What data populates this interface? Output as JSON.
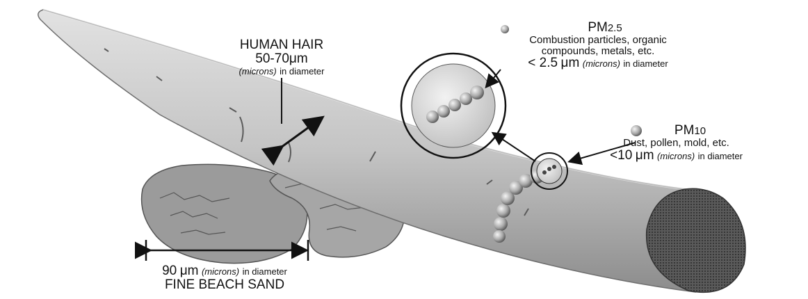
{
  "hair": {
    "title": "HUMAN HAIR",
    "size": "50-70",
    "unit": "μm",
    "microns": "(microns)",
    "diameter_text": "in diameter"
  },
  "pm25": {
    "name": "PM",
    "sub": "2.5",
    "desc_line1": "Combustion particles, organic",
    "desc_line2": "compounds, metals, etc.",
    "size": "< 2.5",
    "unit": "μm",
    "microns": "(microns)",
    "diameter_text": "in diameter"
  },
  "pm10": {
    "name": "PM",
    "sub": "10",
    "desc": "Dust, pollen, mold, etc.",
    "size": "<10",
    "unit": "μm",
    "microns": "(microns)",
    "diameter_text": "in diameter"
  },
  "sand": {
    "size": "90",
    "unit": "μm",
    "microns": "(microns)",
    "diameter_text": "in diameter",
    "title": "FINE BEACH SAND"
  },
  "colors": {
    "hair_fill": "#c7c7c7",
    "hair_dark": "#8a8a8a",
    "sand_fill": "#9a9a9a",
    "ink": "#111111"
  }
}
